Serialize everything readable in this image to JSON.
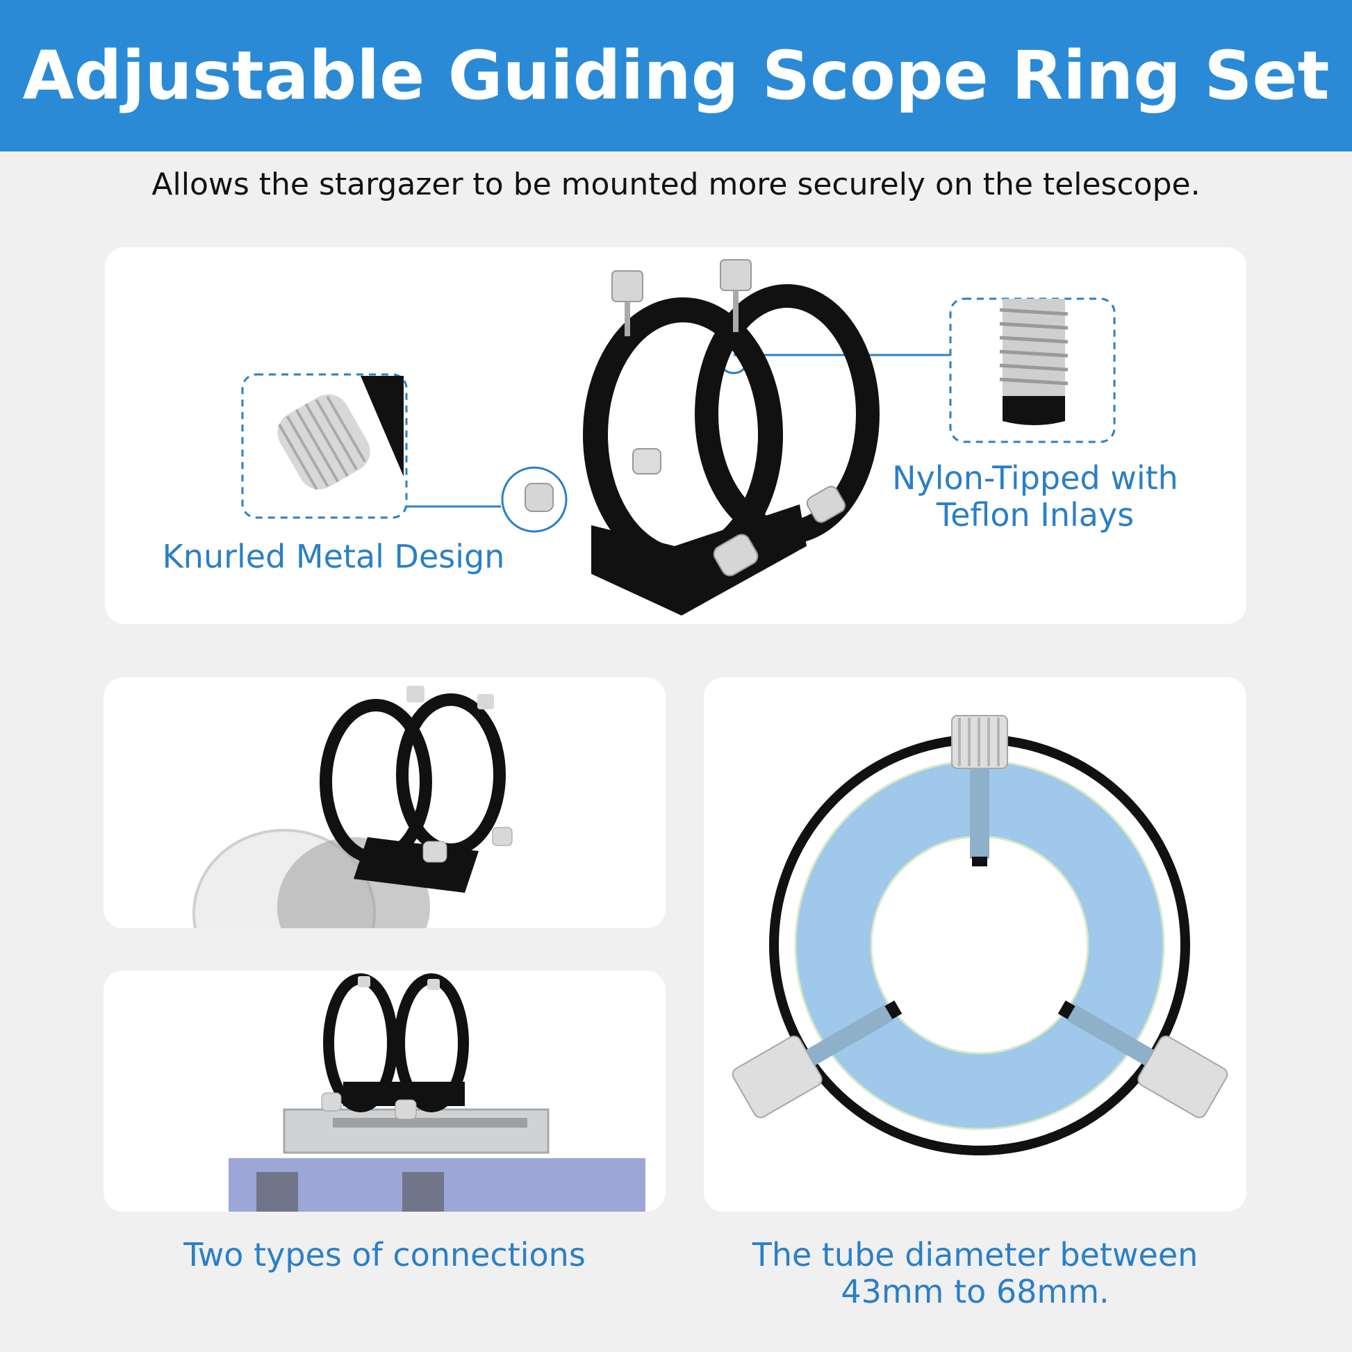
{
  "header": {
    "title": "Adjustable Guiding Scope Ring Set"
  },
  "subtitle": "Allows the stargazer to be mounted more securely on the telescope.",
  "callouts": {
    "knurled": "Knurled Metal Design",
    "nylon_line1": "Nylon-Tipped with",
    "nylon_line2": "Teflon Inlays"
  },
  "captions": {
    "connections": "Two types of connections",
    "diameter_line1": "The tube diameter between",
    "diameter_line2": "43mm to 68mm."
  },
  "colors": {
    "header_bg": "#2b8ad6",
    "accent_text": "#2a7fc7",
    "page_bg": "#f0f0f0",
    "panel_bg": "#ffffff",
    "range_fill": "#9fc8ea"
  }
}
